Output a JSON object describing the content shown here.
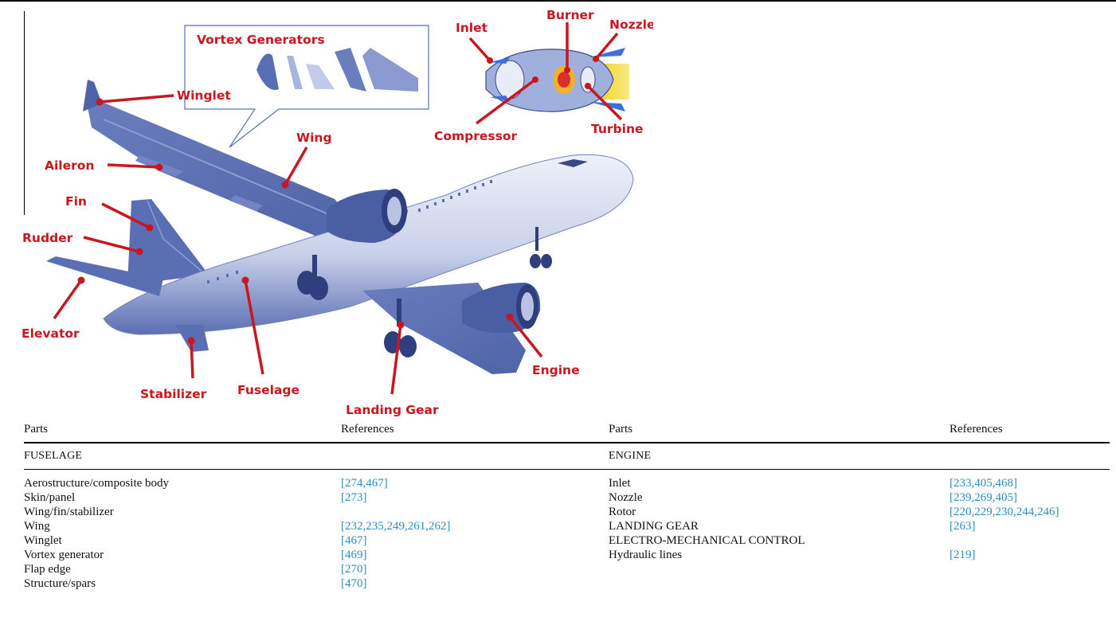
{
  "figure": {
    "labels": {
      "vortex_generators": "Vortex Generators",
      "inlet": "Inlet",
      "burner": "Burner",
      "nozzle": "Nozzle",
      "compressor": "Compressor",
      "turbine": "Turbine",
      "winglet": "Winglet",
      "wing": "Wing",
      "aileron": "Aileron",
      "fin": "Fin",
      "rudder": "Rudder",
      "elevator": "Elevator",
      "stabilizer": "Stabilizer",
      "fuselage": "Fuselage",
      "landing_gear": "Landing Gear",
      "engine": "Engine"
    },
    "colors": {
      "aircraft": "#5a6fb3",
      "aircraft_light": "#dfe4f3",
      "label": "#c8171e"
    }
  },
  "table": {
    "headers": {
      "left_parts": "Parts",
      "left_refs": "References",
      "right_parts": "Parts",
      "right_refs": "References"
    },
    "left": {
      "section": "FUSELAGE",
      "rows": [
        {
          "part": "Aerostructure/composite body",
          "refs": "[274,467]"
        },
        {
          "part": "Skin/panel",
          "refs": "[273]"
        },
        {
          "part": "Wing/fin/stabilizer",
          "refs": ""
        },
        {
          "part": "Wing",
          "refs": "[232,235,249,261,262]"
        },
        {
          "part": "Winglet",
          "refs": "[467]"
        },
        {
          "part": "Vortex generator",
          "refs": "[469]"
        },
        {
          "part": "Flap edge",
          "refs": "[270]"
        },
        {
          "part": "Structure/spars",
          "refs": "[470]"
        }
      ]
    },
    "right": {
      "section": "ENGINE",
      "rows": [
        {
          "part": "Inlet",
          "refs": "[233,405,468]"
        },
        {
          "part": "Nozzle",
          "refs": "[239,269,405]"
        },
        {
          "part": "Rotor",
          "refs": "[220,229,230,244,246]"
        },
        {
          "part": "LANDING GEAR",
          "refs": "[263]"
        },
        {
          "part": "ELECTRO-MECHANICAL CONTROL",
          "refs": ""
        },
        {
          "part": "Hydraulic lines",
          "refs": "[219]"
        }
      ]
    }
  }
}
